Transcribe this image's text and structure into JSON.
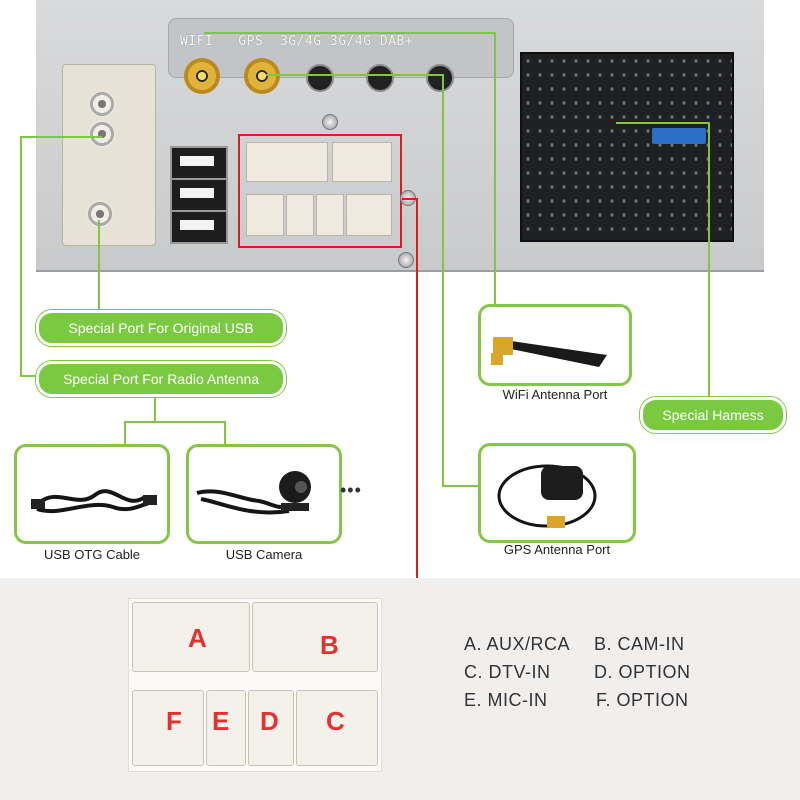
{
  "device": {
    "port_labels": [
      "WIFI",
      "GPS",
      "3G/4G",
      "3G/4G",
      "DAB+"
    ]
  },
  "callouts": {
    "original_usb": "Special Port For Original USB",
    "radio_antenna": "Special Port For Radio Antenna",
    "special_harness": "Special Hamess"
  },
  "accessories": [
    {
      "caption": "USB OTG Cable"
    },
    {
      "caption": "USB Camera"
    },
    {
      "caption": "WiFi Antenna Port"
    },
    {
      "caption": "GPS Antenna Port"
    }
  ],
  "more_indicator": "•••",
  "connector_letters": [
    "A",
    "B",
    "F",
    "E",
    "D",
    "C"
  ],
  "legend": [
    "A. AUX/RCA",
    "B. CAM-IN",
    "C. DTV-IN",
    "D. OPTION",
    "E. MIC-IN",
    "F. OPTION"
  ],
  "colors": {
    "accent_green": "#7ac940",
    "highlight_red": "#d62020"
  },
  "icons": [
    "wifi-antenna-icon",
    "gps-antenna-icon",
    "usb-otg-cable-icon",
    "usb-camera-icon"
  ]
}
